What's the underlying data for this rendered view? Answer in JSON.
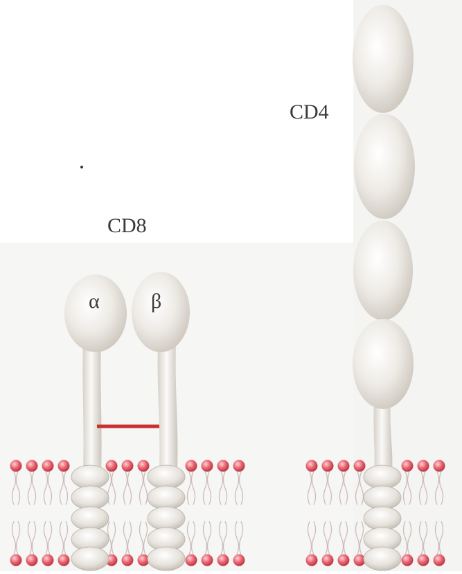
{
  "labels": {
    "cd4": "CD4",
    "cd8": "CD8",
    "alpha": "α",
    "beta": "β"
  },
  "colors": {
    "background": "#ffffff",
    "shaded_panel": "#f6f6f5",
    "protein_domain": "#ebe8e3",
    "protein_shadow": "#c9c4bc",
    "lipid_head": "#e05a66",
    "lipid_tail": "#c9b7b7",
    "disulfide_bond": "#c8312d"
  }
}
